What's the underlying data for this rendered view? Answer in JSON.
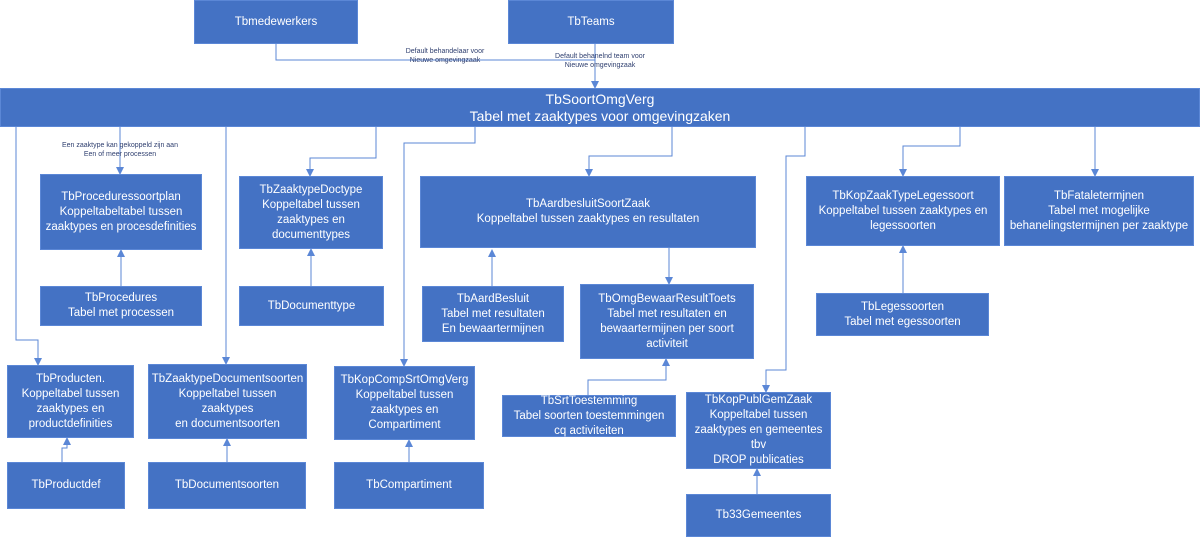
{
  "colors": {
    "box_fill": "#4472c4",
    "box_border": "#5b87d6",
    "connector": "#5b87d6"
  },
  "nodes": {
    "tbmedewerkers": {
      "lines": [
        "Tbmedewerkers"
      ]
    },
    "tbteams": {
      "lines": [
        "TbTeams"
      ]
    },
    "tbsoortomgverg": {
      "lines": [
        "TbSoortOmgVerg",
        "Tabel met zaaktypes voor omgevingzaken"
      ]
    },
    "tbproceduressoortplan": {
      "lines": [
        "TbProceduressoortplan",
        "Koppeltabeltabel tussen",
        "zaaktypes en procesdefinities"
      ]
    },
    "tbprocedures": {
      "lines": [
        "TbProcedures",
        "Tabel met processen"
      ]
    },
    "tbzaaktypedoctype": {
      "lines": [
        "TbZaaktypeDoctype",
        "Koppeltabel tussen",
        "zaaktypes en",
        "documenttypes"
      ]
    },
    "tbdocumenttype": {
      "lines": [
        "TbDocumenttype"
      ]
    },
    "tbaardbesluitsoortzaak": {
      "lines": [
        "TbAardbesluitSoortZaak",
        "Koppeltabel tussen zaaktypes en resultaten"
      ]
    },
    "tbaardbesluit": {
      "lines": [
        "TbAardBesluit",
        "Tabel met resultaten",
        "En bewaartermijnen"
      ]
    },
    "tbomgbewaarresulttoets": {
      "lines": [
        "TbOmgBewaarResultToets",
        "Tabel met resultaten en",
        "bewaartermijnen per soort",
        "activiteit"
      ]
    },
    "tbkopzaaktypelegessoort": {
      "lines": [
        "TbKopZaakTypeLegessoort",
        "Koppeltabel tussen zaaktypes en",
        "legessoorten"
      ]
    },
    "tblegessoorten": {
      "lines": [
        "TbLegessoorten",
        "Tabel met egessoorten"
      ]
    },
    "tbfataletermjnen": {
      "lines": [
        "TbFataletermjnen",
        "Tabel met mogelijke",
        "behanelingstermijnen per zaaktype"
      ]
    },
    "tbproducten": {
      "lines": [
        "TbProducten.",
        "Koppeltabel tussen",
        "zaaktypes en",
        "productdefinities"
      ]
    },
    "tbproductdef": {
      "lines": [
        "TbProductdef"
      ]
    },
    "tbzaaktypedocumentsoorten": {
      "lines": [
        "TbZaaktypeDocumentsoorten",
        "Koppeltabel tussen zaaktypes",
        "en documentsoorten"
      ]
    },
    "tbdocumentsoorten": {
      "lines": [
        "TbDocumentsoorten"
      ]
    },
    "tbkopcompsrtomgverg": {
      "lines": [
        "TbKopCompSrtOmgVerg",
        "Koppeltabel tussen",
        "zaaktypes en",
        "Compartiment"
      ]
    },
    "tbcompartiment": {
      "lines": [
        "TbCompartiment"
      ]
    },
    "tbsrttoestemming": {
      "lines": [
        "TbSrtToestemming",
        "Tabel soorten toestemmingen",
        "cq activiteiten"
      ]
    },
    "tbkoppublgemzaak": {
      "lines": [
        "TbKopPublGemZaak",
        "Koppeltabel tussen",
        "zaaktypes en gemeentes",
        "tbv",
        "DROP publicaties"
      ]
    },
    "tb33gemeentes": {
      "lines": [
        "Tb33Gemeentes"
      ]
    }
  },
  "notes": {
    "medewerkers": [
      "Default behandelaar voor",
      "Nieuwe omgevingzaak"
    ],
    "teams": [
      "Default behanelnd team voor",
      "Nieuwe omgevingzaak"
    ],
    "procedures": [
      "Een zaaktype kan gekoppeld zijn aan",
      "Een of meer processen"
    ]
  }
}
